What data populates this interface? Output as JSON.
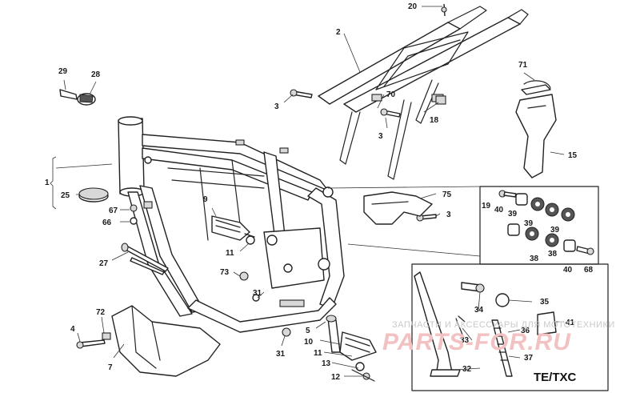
{
  "callouts": {
    "c1": "1",
    "c2": "2",
    "c3a": "3",
    "c3b": "3",
    "c3c": "3",
    "c4": "4",
    "c5": "5",
    "c7": "7",
    "c9": "9",
    "c10": "10",
    "c11a": "11",
    "c11b": "11",
    "c12": "12",
    "c13": "13",
    "c15": "15",
    "c18": "18",
    "c19": "19",
    "c20": "20",
    "c25": "25",
    "c27": "27",
    "c28": "28",
    "c29": "29",
    "c31a": "31",
    "c31b": "31",
    "c32": "32",
    "c33": "33",
    "c34": "34",
    "c35": "35",
    "c36": "36",
    "c37": "37",
    "c38a": "38",
    "c38b": "38",
    "c39a": "39",
    "c39b": "39",
    "c39c": "39",
    "c40a": "40",
    "c40b": "40",
    "c41": "41",
    "c66": "66",
    "c67": "67",
    "c68": "68",
    "c70": "70",
    "c71": "71",
    "c72": "72",
    "c73": "73",
    "c75": "75"
  },
  "inset_label": "TE/TXC",
  "watermark": {
    "caption": "ЗАПЧАСТИ И АКСЕССУАРЫ ДЛЯ МОТОТЕХНИКИ",
    "brand": "PARTS-FOR.RU"
  }
}
